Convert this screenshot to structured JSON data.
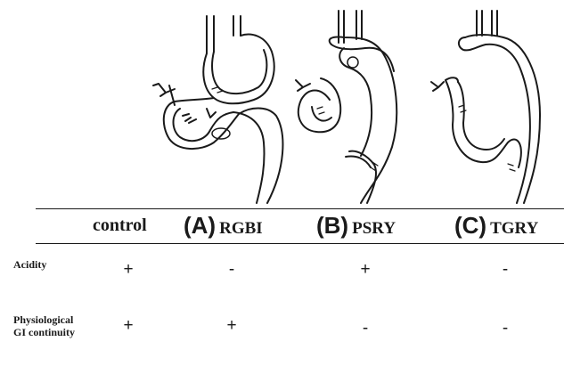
{
  "columns": {
    "control": "control",
    "a": {
      "letter": "(A)",
      "name": "RGBI"
    },
    "b": {
      "letter": "(B)",
      "name": "PSRY"
    },
    "c": {
      "letter": "(C)",
      "name": "TGRY"
    }
  },
  "rows": [
    {
      "label": "Acidity",
      "values": {
        "control": "+",
        "a": "-",
        "b": "+",
        "c": "-"
      }
    },
    {
      "label_line1": "Physiological",
      "label_line2": "GI continuity",
      "values": {
        "control": "+",
        "a": "+",
        "b": "-",
        "c": "-"
      }
    }
  ]
}
